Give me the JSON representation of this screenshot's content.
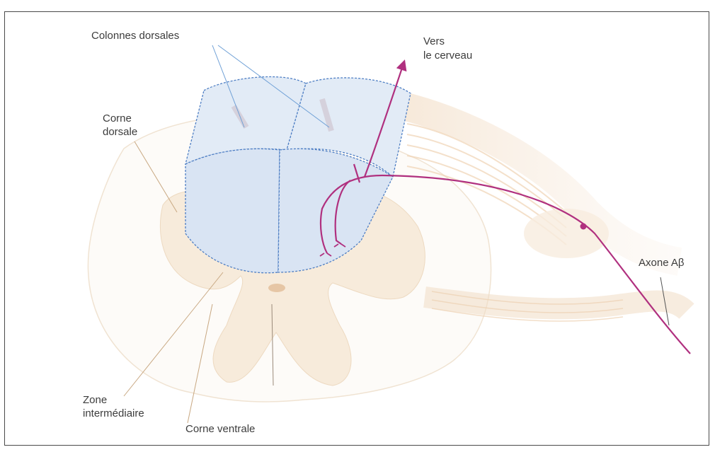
{
  "labels": {
    "colonnes_dorsales": "Colonnes dorsales",
    "vers": "Vers",
    "le_cerveau": "le cerveau",
    "corne_dorsale_1": "Corne",
    "corne_dorsale_2": "dorsale",
    "axone": "Axone Aβ",
    "zone_1": "Zone",
    "zone_2": "intermédiaire",
    "corne_ventrale": "Corne ventrale"
  },
  "colors": {
    "dorsal_columns_fill": "#dde8f5",
    "dorsal_columns_outline": "#4f7fc4",
    "axon": "#b0307f",
    "tissue": "#f5e7d2",
    "tissue_line": "#e8c9a6",
    "leader": "#6fa0d6"
  }
}
